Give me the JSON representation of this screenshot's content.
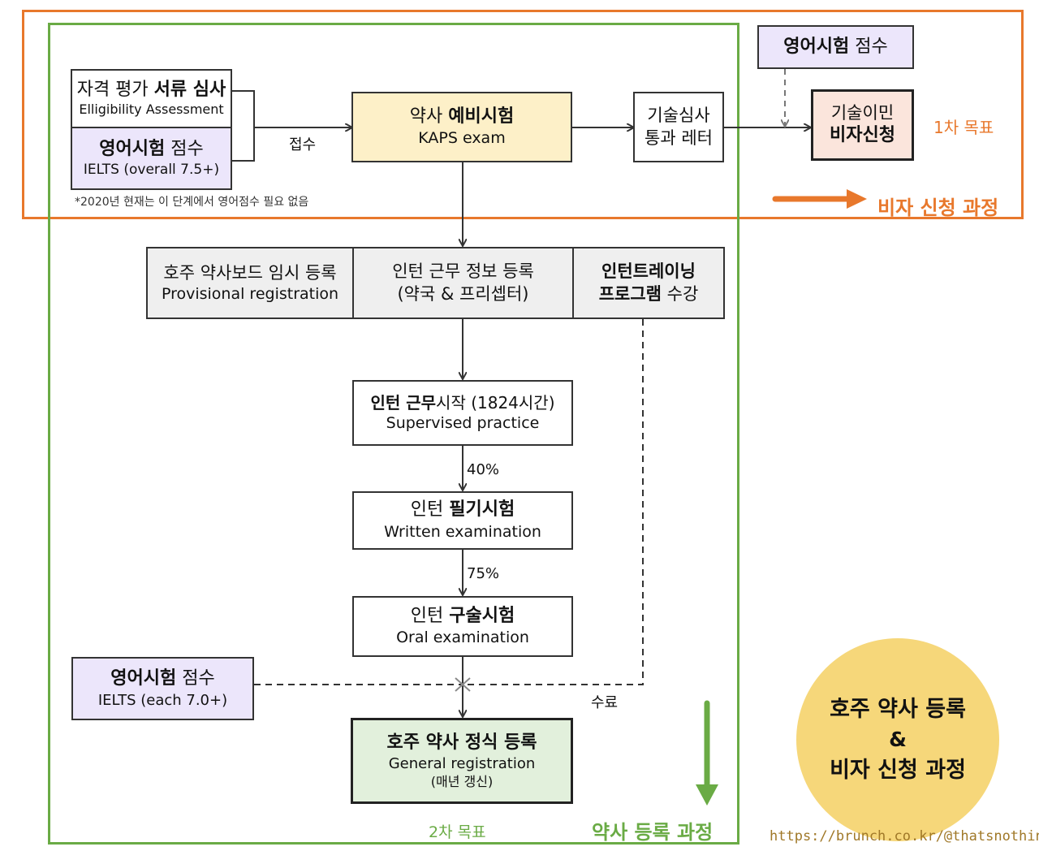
{
  "visa_frame": {
    "goal_label": "1차 목표",
    "process_label": "비자 신청 과정"
  },
  "reg_frame": {
    "goal_label": "2차 목표",
    "process_label": "약사 등록 과정"
  },
  "eligibility": {
    "ko_pre": "자격 평가 ",
    "ko_bold": "서류 심사",
    "en": "Elligibility Assessment"
  },
  "english_test_1": {
    "ko_bold": "영어시험",
    "ko_rest": " 점수",
    "en": "IELTS (overall 7.5+)"
  },
  "footnote": "*2020년 현재는 이 단계에서 영어점수 필요 없음",
  "submit_label": "접수",
  "kaps": {
    "ko_pre": "약사 ",
    "ko_bold": "예비시험",
    "en": "KAPS exam"
  },
  "skill_letter": {
    "line1": "기술심사",
    "line2": "통과 레터"
  },
  "english_test_visa": {
    "ko_bold": "영어시험",
    "ko_rest": " 점수"
  },
  "visa_apply": {
    "line1": "기술이민",
    "line2": "비자신청"
  },
  "provisional": {
    "ko": "호주 약사보드 임시 등록",
    "en": "Provisional registration"
  },
  "intern_info": {
    "line1": "인턴 근무 정보 등록",
    "line2": "(약국 & 프리셉터)"
  },
  "training": {
    "line1_bold": "인턴트레이닝",
    "line2_bold": "프로그램",
    "line2_rest": " 수강"
  },
  "supervised": {
    "ko_bold": "인턴 근무",
    "ko_rest": "시작 (1824시간)",
    "en": "Supervised practice"
  },
  "pct_40": "40%",
  "written": {
    "ko_pre": "인턴 ",
    "ko_bold": "필기시험",
    "en": "Written examination"
  },
  "pct_75": "75%",
  "oral": {
    "ko_pre": "인턴 ",
    "ko_bold": "구술시험",
    "en": "Oral examination"
  },
  "english_test_2": {
    "ko_bold": "영어시험",
    "ko_rest": " 점수",
    "en": "IELTS (each 7.0+)"
  },
  "complete_label": "수료",
  "general": {
    "ko": "호주 약사 정식 등록",
    "en": "General registration",
    "note": "(매년 갱신)"
  },
  "summary_circle": {
    "line1": "호주 약사 등록",
    "line2": "&",
    "line3": "비자 신청 과정"
  },
  "credit": "https://brunch.co.kr/@thatsnothing",
  "colors": {
    "orange": "#e8782c",
    "green": "#6aab45",
    "yellow_fill": "#fdf0c8",
    "lavender_fill": "#ece6fb",
    "grey_fill": "#efefef",
    "peach_fill": "#fbe5dc",
    "mint_fill": "#e2f0dc",
    "circle_fill": "#f6d77a"
  }
}
